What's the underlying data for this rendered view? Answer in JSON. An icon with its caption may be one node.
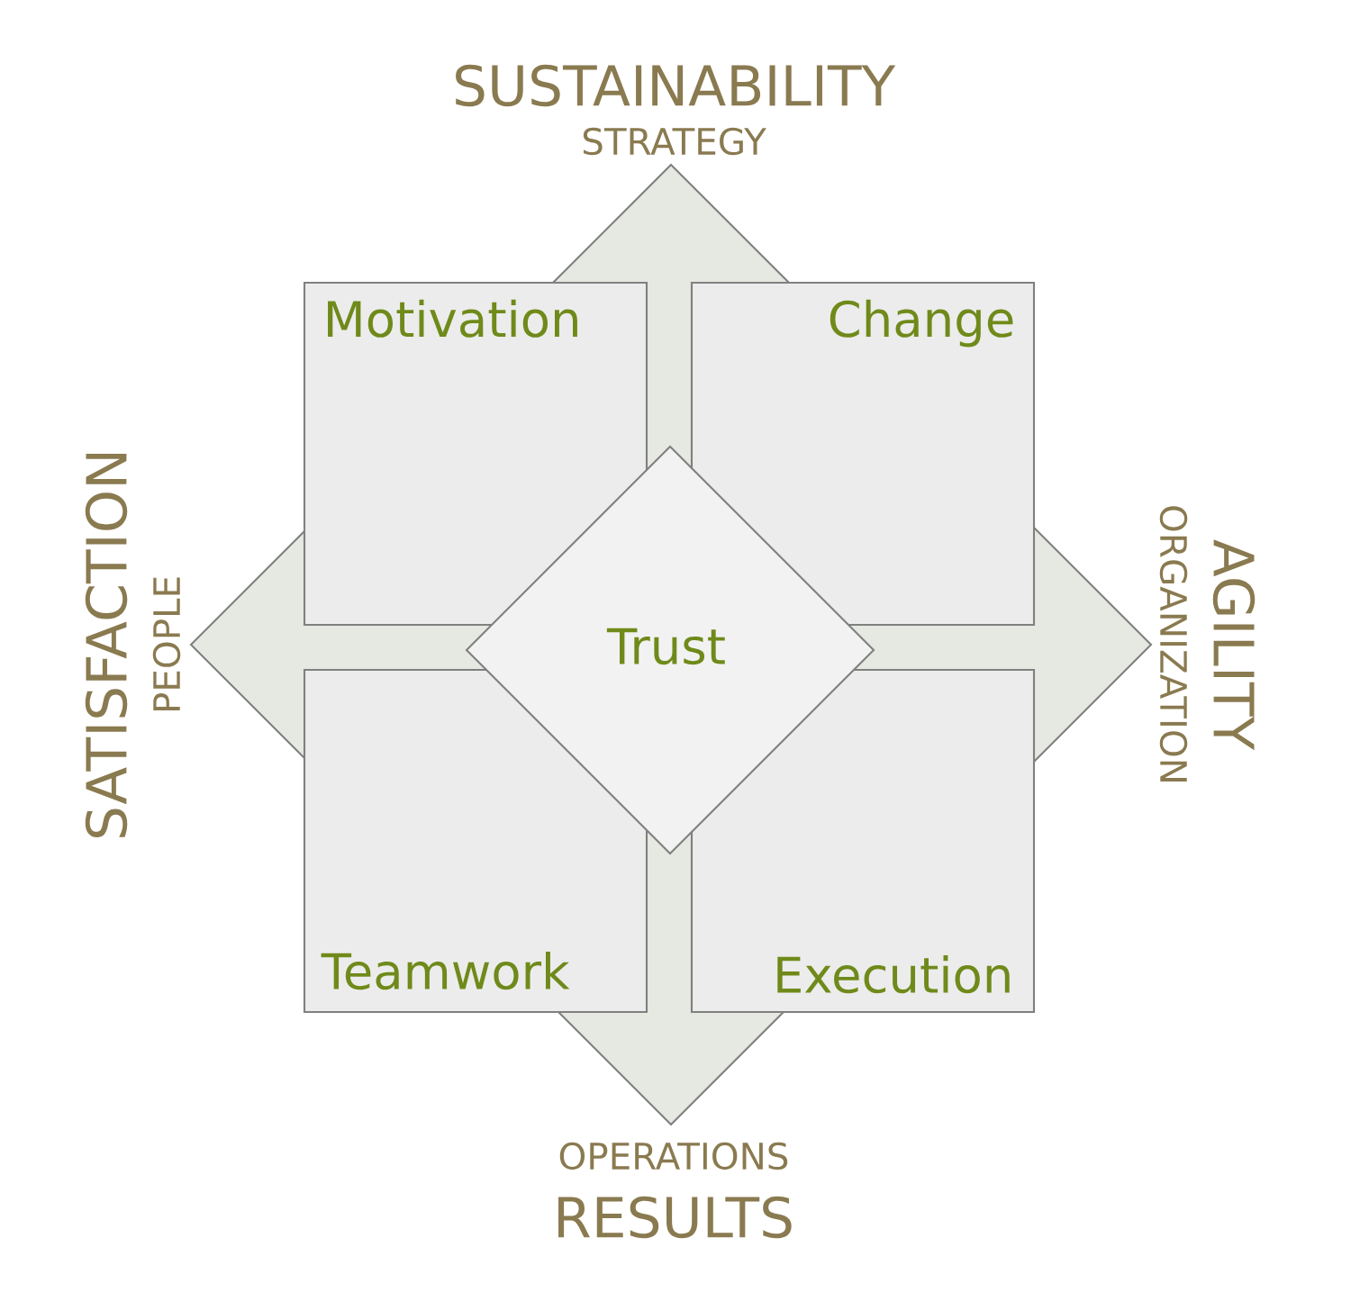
{
  "diagram": {
    "nodes": [
      {
        "text": [
          "Motivation"
        ]
      },
      {
        "text": [
          "Change"
        ]
      },
      {
        "text": [
          "Teamwork"
        ]
      },
      {
        "text": [
          "Execution"
        ]
      },
      {
        "text": [
          "Trust"
        ]
      }
    ],
    "labels": [
      "SUSTAINABILITY",
      "STRATEGY",
      "SATISFACTION",
      "PEOPLE",
      "AGILITY",
      "ORGANIZATION",
      "OPERATIONS",
      "RESULTS"
    ]
  }
}
